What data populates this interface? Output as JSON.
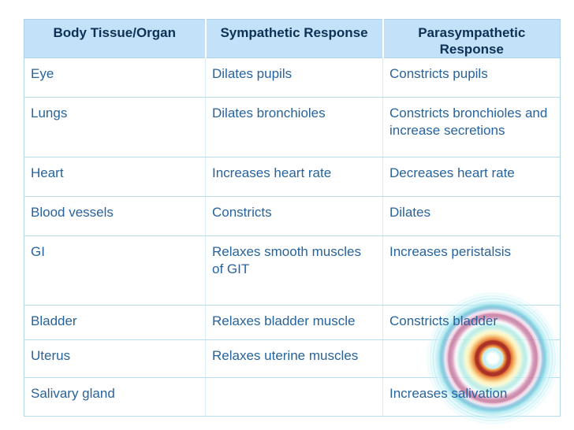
{
  "slide": {
    "table": {
      "headers": [
        "Body Tissue/Organ",
        "Sympathetic Response",
        "Parasympathetic Response"
      ],
      "rows": [
        {
          "organ": "Eye",
          "sympathetic": "Dilates pupils",
          "parasympathetic": "Constricts pupils"
        },
        {
          "organ": "Lungs",
          "sympathetic": "Dilates bronchioles",
          "parasympathetic": "Constricts bronchioles and increase secretions"
        },
        {
          "organ": "Heart",
          "sympathetic": "Increases heart rate",
          "parasympathetic": "Decreases heart rate"
        },
        {
          "organ": "Blood vessels",
          "sympathetic": "Constricts",
          "parasympathetic": "Dilates"
        },
        {
          "organ": "GI",
          "sympathetic": "Relaxes smooth muscles of GIT",
          "parasympathetic": "Increases peristalsis"
        },
        {
          "organ": "Bladder",
          "sympathetic": "Relaxes bladder muscle",
          "parasympathetic": "Constricts bladder"
        },
        {
          "organ": "Uterus",
          "sympathetic": "Relaxes uterine muscles",
          "parasympathetic": ""
        },
        {
          "organ": "Salivary gland",
          "sympathetic": "",
          "parasympathetic": "Increases salivation"
        }
      ]
    },
    "colors": {
      "header_bg": "#c3e1f8",
      "header_text": "#0d3156",
      "body_text": "#27639c",
      "row_border": "#b9dcea",
      "column_border": "#d8ebf6",
      "decoration_ring_colors": [
        "#ffffff",
        "#c8f0f3",
        "#e4793a",
        "#ab3226",
        "#f8cf8e",
        "#fdf6cd",
        "#c0eddd",
        "#abe7e2",
        "#f8d8e6",
        "#c4799f",
        "#93bbdc",
        "#6ec1d8",
        "#b9ecf2"
      ]
    }
  }
}
